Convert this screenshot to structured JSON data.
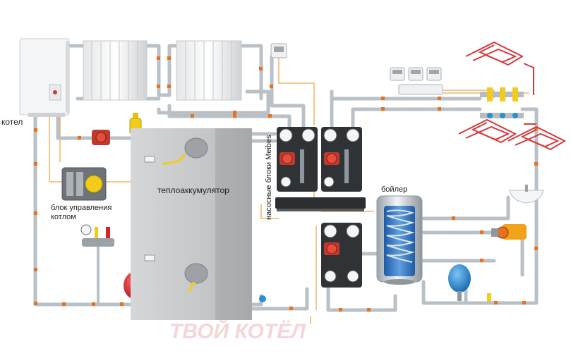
{
  "labels": {
    "boiler_gas": "котел",
    "control_block_line1": "блок управления",
    "control_block_line2": "котлом",
    "accumulator": "теплоаккумулятор",
    "pump_blocks": "насосные блоки Meibes",
    "water_heater": "бойлер"
  },
  "watermark": "ТВОЙ КОТЁЛ",
  "colors": {
    "pipe": "#b9c0c6",
    "pipe_dark": "#8f979e",
    "joint": "#e8711c",
    "signal": "#f0a64a",
    "tank": "#c4c6c8",
    "tank_shade": "#9ea1a4",
    "expansion_red": "#d8232a",
    "expansion_blue": "#2a8fd0",
    "pump_red": "#c0392b",
    "control_yellow": "#f2cc1a",
    "floor_loop": "#d8383a",
    "watermark": "#f4d6d6"
  }
}
